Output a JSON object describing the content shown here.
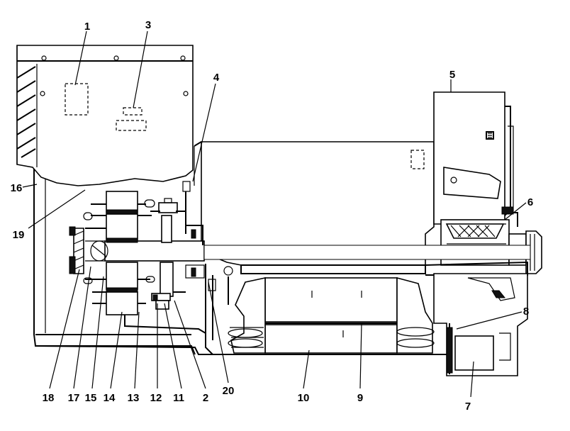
{
  "diagram": {
    "callouts": [
      {
        "id": "c1",
        "text": "1"
      },
      {
        "id": "c2",
        "text": "2"
      },
      {
        "id": "c3",
        "text": "3"
      },
      {
        "id": "c4",
        "text": "4"
      },
      {
        "id": "c5",
        "text": "5"
      },
      {
        "id": "c6",
        "text": "6"
      },
      {
        "id": "c7",
        "text": "7"
      },
      {
        "id": "c8",
        "text": "8"
      },
      {
        "id": "c9",
        "text": "9"
      },
      {
        "id": "c10",
        "text": "10"
      },
      {
        "id": "c11",
        "text": "11"
      },
      {
        "id": "c12",
        "text": "12"
      },
      {
        "id": "c13",
        "text": "13"
      },
      {
        "id": "c14",
        "text": "14"
      },
      {
        "id": "c15",
        "text": "15"
      },
      {
        "id": "c16",
        "text": "16"
      },
      {
        "id": "c17",
        "text": "17"
      },
      {
        "id": "c18",
        "text": "18"
      },
      {
        "id": "c19",
        "text": "19"
      },
      {
        "id": "c20",
        "text": "20"
      }
    ]
  }
}
